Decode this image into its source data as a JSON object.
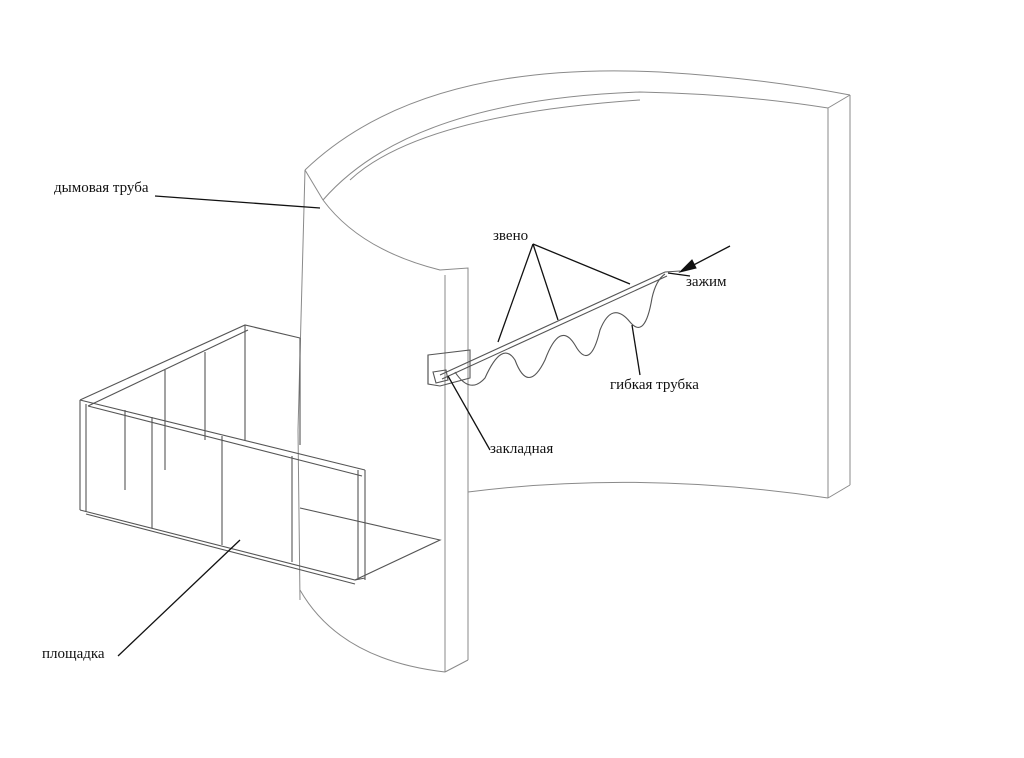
{
  "labels": {
    "chimney": "дымовая труба",
    "link": "звено",
    "clamp": "зажим",
    "flex_tube": "гибкая трубка",
    "embedded_part": "закладная",
    "platform": "площадка"
  }
}
